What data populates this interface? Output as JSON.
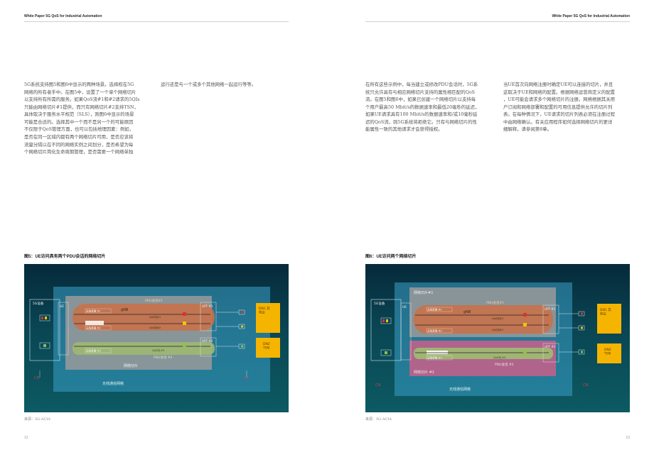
{
  "header": {
    "title": "White Paper 5G QoS for Industrial Automation"
  },
  "page_left": {
    "paragraphs": [
      "5G系统支持图5和图6中显示的两种场景。选择权在5G\n网络的所有者手中。在图5中，设置了一个单个网络切片\n以支持所有所需的服务。如果QoS流#1和#2请求的5QIs\n只能由网络切片#1提供，而只有网络切片#2支持TSN，\n具体取决于服务水平规范（SLS），则图6中显示的场景\n可能是合适的。选择其中一个而不是另一个的可能原因\n不仅限于QoS管理方面，也可以包括地理因素：例如，\n是否在同一区域内都有两个网络切片可用，是否应该将\n流量分隔以在不同的网络实例之间划分，是否希望为每\n个网络切片简化生命周期管理，是否需要一个网络单独",
      "运行还是与一个或多个其他网络一起运行等等。"
    ],
    "figure_title": "图5：UE访问具有两个PDU会话的网络切片",
    "source": "来源：5G-ACIA",
    "page_number": "12"
  },
  "page_right": {
    "paragraphs": [
      "在所有这些示例中，每当建立或修改PDU会话时，5G系\n统只允许具有与相应网络切片支持的属性相匹配的QoS\n流。在图5和图6中，如果已创建一个网络切片以支持每\n个用户最高50 Mbit/s的数据速率和最低20毫秒的延迟，\n如果UE请求具有100 Mbit/s的数据速率和/或10毫秒延\n迟的QoS流，则5G系统将拒绝它。只有与网络切片的性\n能属性一致的其他请求才会获得授权。",
      "当UE首次向网络注册时确定UE可以连接的切片，并且\n这取决于UE和网络的配置。根据网络运营商定义的配置\n，UE可能会请求多个网络切片的注册。网络根据其关用\n户订阅和网络部署和配置的可用信息提供允许的切片列\n表。在每种情况下，UE请求的切片列表必须在注册过程\n中由网络确认。有关应用程序如何选择网络切片的更详\n细解释，请参阅第8章。"
    ],
    "figure_title": "图6：UE访问两个网络切片",
    "source": "来源：5G-ACIA",
    "page_number": "13"
  },
  "fig5": {
    "labels": {
      "device": "5G设备",
      "ue": "UE",
      "pdu1": "PDU会话#1",
      "gnb": "gNB",
      "upf1": "UPF #1",
      "upf2": "UPF #2",
      "qos1": "QoS流#1",
      "qos2": "QoS流#2",
      "qos3": "QoS流 #3",
      "radio1": "无线承载 #1",
      "radio2": "无线承载 #2",
      "radio3": "无线承载 #3",
      "pdu2": "PDU会话 #2",
      "slice": "网络切片",
      "wireless": "无线通信网络",
      "dn1": "DN1 其\n他企",
      "dn2": "DN2\nTSN",
      "cn_left": "CN",
      "cn_right": "CN"
    }
  },
  "fig6": {
    "labels": {
      "slice1": "网络切片#1",
      "slice2": "网络切片 #2",
      "device": "5G设备",
      "ue": "UE",
      "pdu1": "PDU会话#1",
      "gnb": "gNB",
      "upf1": "UPF #1",
      "upf2": "UPF #2",
      "qos1": "QoS流#1",
      "qos2": "QoS流#2",
      "qos3": "QoS流 #3",
      "radio1": "无线承载 #1",
      "radio2": "无线承载 #2",
      "radio3": "无线承载 #3",
      "pdu2": "PDU会话 #2",
      "wireless": "无线通信网络",
      "dn1": "DN1 其\n他企",
      "dn2": "DN2\nTSN",
      "cn_left": "CN",
      "cn_right": "CN"
    }
  },
  "colors": {
    "slice_gray": "#9a9a9a",
    "slice_blue": "#3aa0c8",
    "slice_pink": "#c0628a",
    "pdu_orange": "#c8714a",
    "pdu_green": "#9fb872",
    "dn_yellow": "#f5b400",
    "cn_red": "#d04040",
    "red_mark": "#d9342b",
    "yellow_mark": "#f5c400",
    "green_mark": "#8fc04a"
  }
}
